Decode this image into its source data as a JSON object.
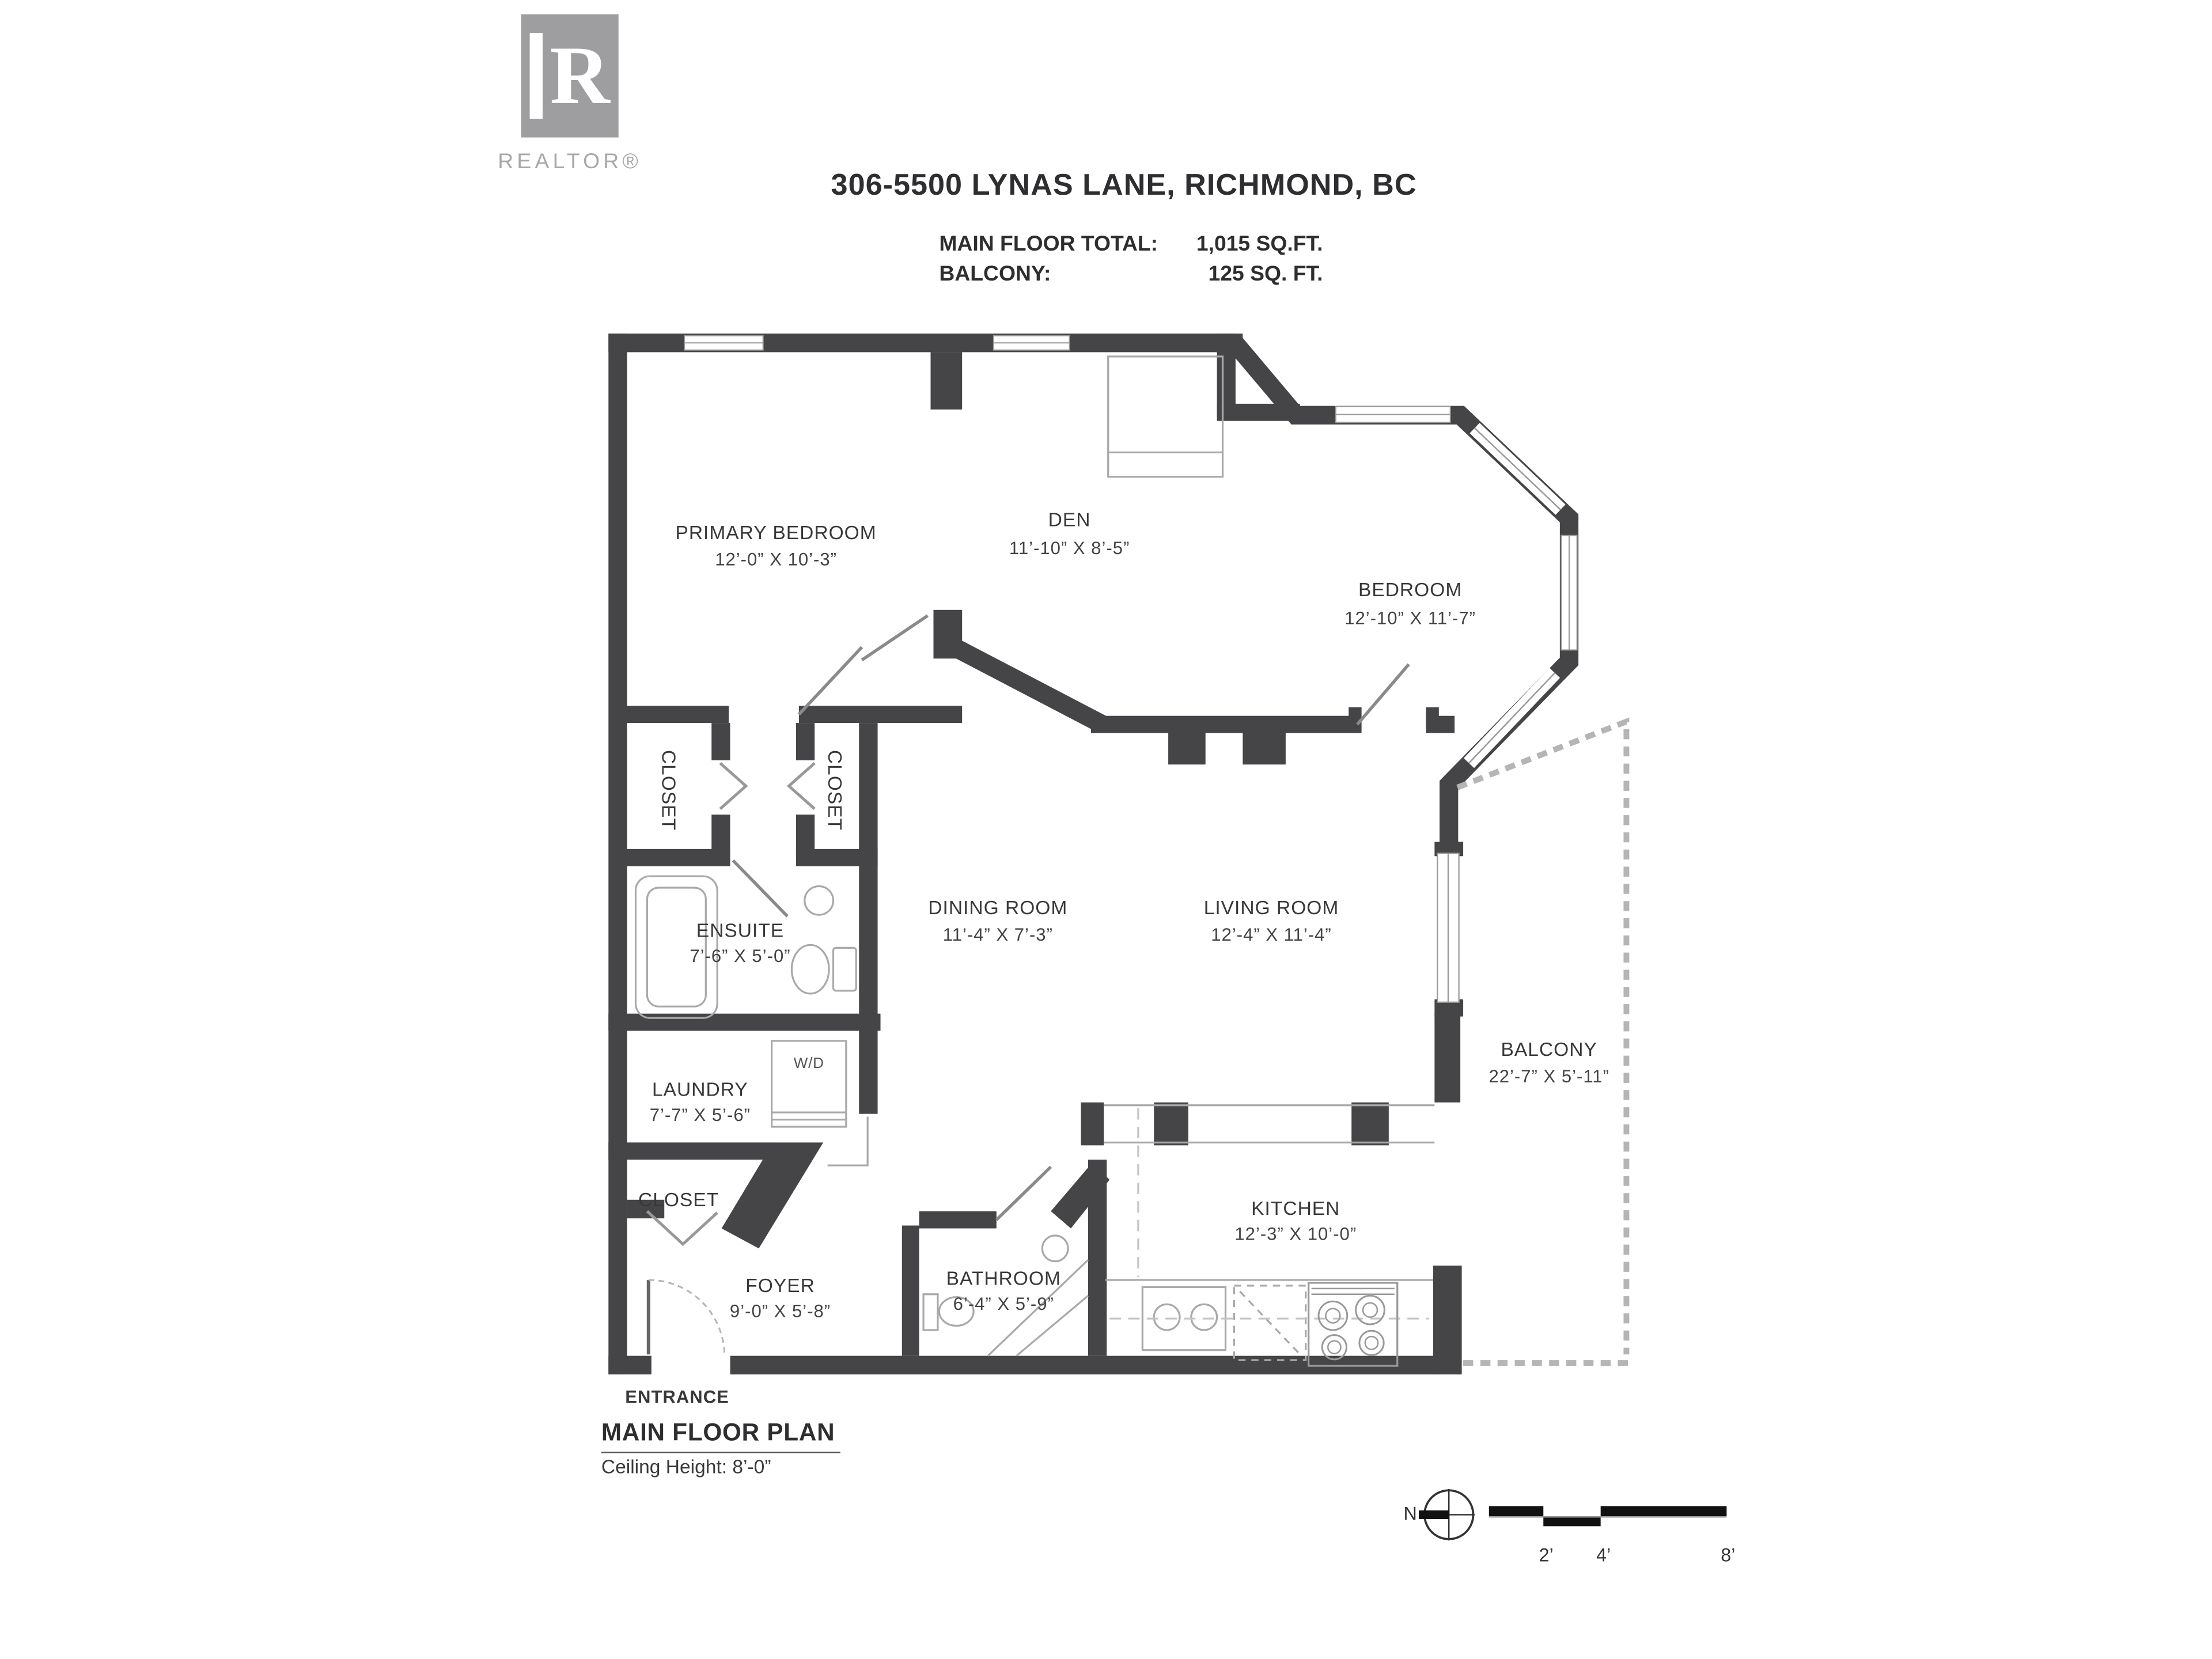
{
  "logo": {
    "letter": "R",
    "label": "REALTOR®"
  },
  "header": {
    "address": "306-5500 LYNAS LANE, RICHMOND, BC",
    "totals": [
      {
        "label": "MAIN FLOOR TOTAL:",
        "value": "1,015 SQ.FT."
      },
      {
        "label": "BALCONY:",
        "value": "125 SQ. FT."
      }
    ]
  },
  "rooms": [
    {
      "name": "PRIMARY BEDROOM",
      "dims": "12’-0” X 10’-3”"
    },
    {
      "name": "DEN",
      "dims": "11’-10” X 8’-5”"
    },
    {
      "name": "BEDROOM",
      "dims": "12’-10” X 11’-7”"
    },
    {
      "name": "ENSUITE",
      "dims": "7’-6” X 5’-0”"
    },
    {
      "name": "DINING ROOM",
      "dims": "11’-4” X 7’-3”"
    },
    {
      "name": "LIVING ROOM",
      "dims": "12’-4” X 11’-4”"
    },
    {
      "name": "BALCONY",
      "dims": "22’-7” X 5’-11”"
    },
    {
      "name": "LAUNDRY",
      "dims": "7’-7” X 5’-6”"
    },
    {
      "name": "FOYER",
      "dims": "9’-0” X 5’-8”"
    },
    {
      "name": "BATHROOM",
      "dims": "6’-4” X 5’-9”"
    },
    {
      "name": "KITCHEN",
      "dims": "12’-3” X 10’-0”"
    }
  ],
  "labels": {
    "closet_left": "CLOSET",
    "closet_right": "CLOSET",
    "closet_foyer": "CLOSET",
    "washer_dryer": "W/D",
    "entrance": "ENTRANCE"
  },
  "footer": {
    "plan_title": "MAIN FLOOR PLAN",
    "ceiling": "Ceiling Height: 8’-0”",
    "north": "N",
    "scale_ticks": [
      "2’",
      "4’",
      "8’"
    ]
  },
  "colors": {
    "wall": "#454548",
    "thin_line": "#a9a9a9",
    "text": "#38383a",
    "logo_gray": "#9e9ea0"
  }
}
